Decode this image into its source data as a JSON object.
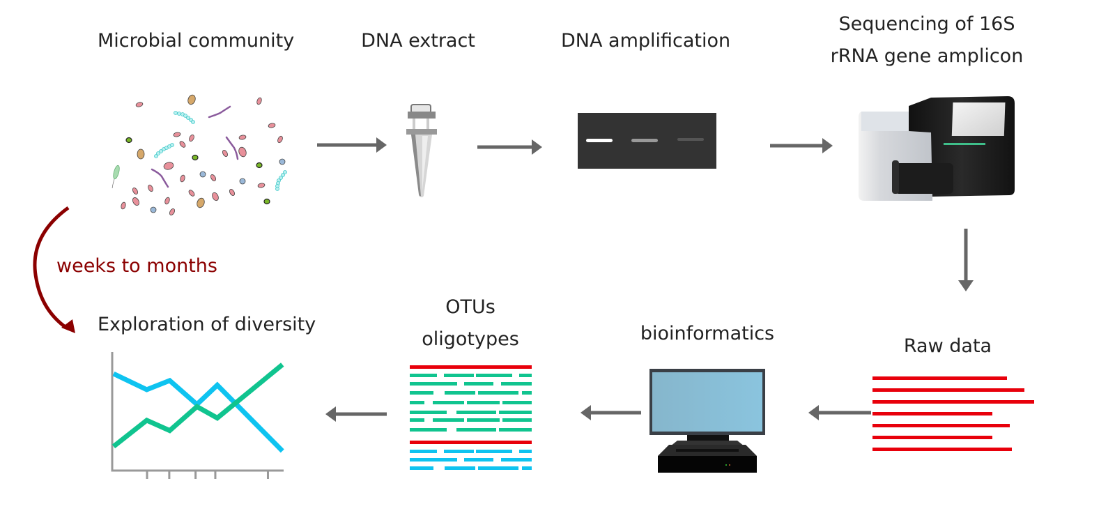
{
  "title": "16S rRNA amplicon sequencing workflow",
  "steps": [
    {
      "id": "community",
      "label": "Microbial community"
    },
    {
      "id": "extract",
      "label": "DNA extract"
    },
    {
      "id": "amplification",
      "label": "DNA amplification"
    },
    {
      "id": "sequencing",
      "label_line1": "Sequencing of 16S",
      "label_line2": "rRNA gene amplicon"
    },
    {
      "id": "raw",
      "label": "Raw data"
    },
    {
      "id": "bioinformatics",
      "label": "bioinformatics"
    },
    {
      "id": "otus",
      "label_line1": "OTUs",
      "label_line2": "oligotypes"
    },
    {
      "id": "diversity",
      "label": "Exploration of diversity"
    }
  ],
  "timeline": {
    "label": "weeks to months",
    "color": "#8b0000"
  },
  "colors": {
    "arrow": "#666666",
    "read_red": "#e8000b",
    "otu_green": "#10c48f",
    "otu_blue": "#0ec3f0",
    "gel_bg": "#333333",
    "screen": "#85bcd4",
    "machine_dark": "#1b1b1b"
  },
  "gel_bands": [
    {
      "intensity": "strong",
      "color": "#ffffff"
    },
    {
      "intensity": "medium",
      "color": "#999999"
    },
    {
      "intensity": "weak",
      "color": "#555555"
    }
  ],
  "raw_reads_relative_lengths": [
    0.83,
    0.94,
    1.0,
    0.74,
    0.85,
    0.74,
    0.86
  ],
  "diversity_chart": {
    "series": [
      {
        "name": "blue-series",
        "color": "#0ec3f0",
        "values": [
          0.84,
          0.7,
          0.78,
          0.57,
          0.74,
          0.16
        ]
      },
      {
        "name": "green-series",
        "color": "#10c48f",
        "values": [
          0.2,
          0.43,
          0.34,
          0.55,
          0.45,
          0.92
        ]
      }
    ],
    "ticks": 6
  }
}
